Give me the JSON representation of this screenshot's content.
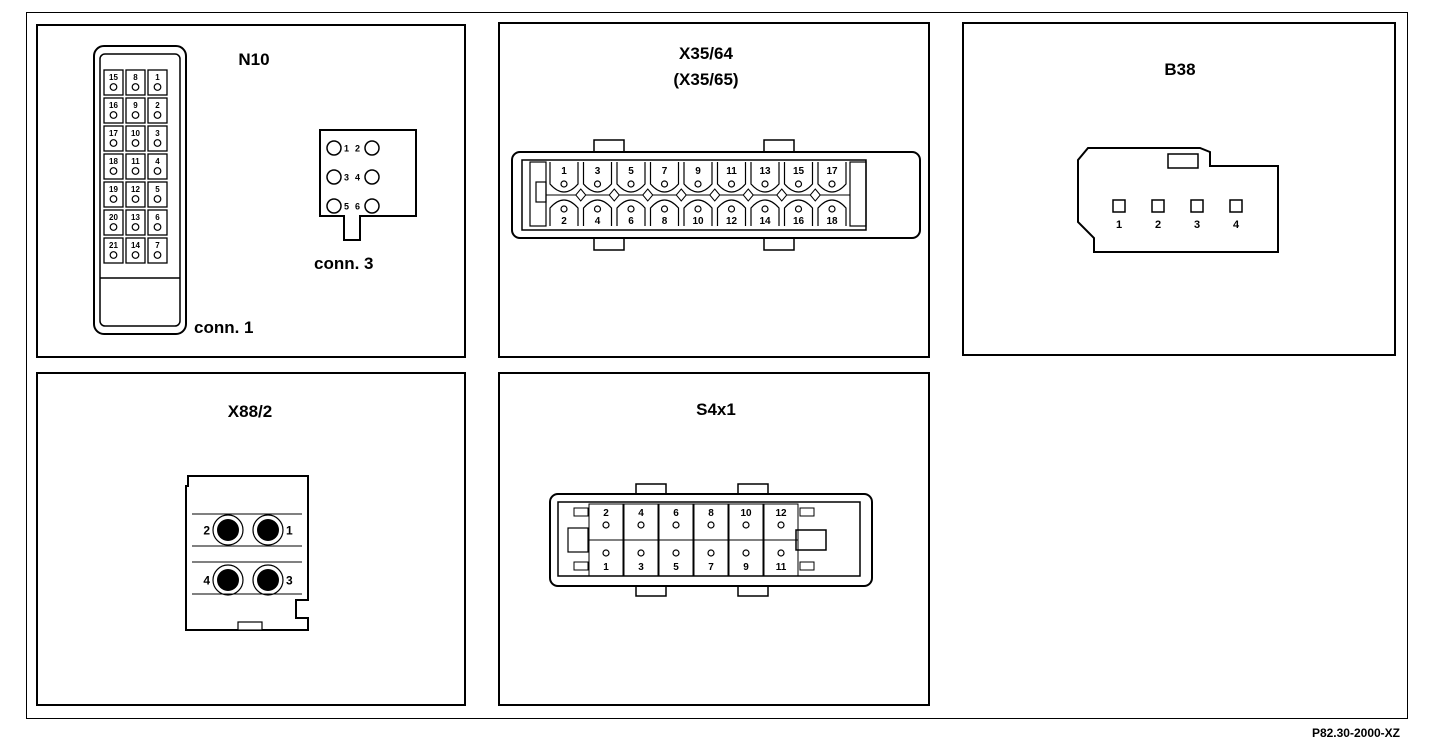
{
  "panels": {
    "n10": {
      "title": "N10",
      "conn1_label": "conn. 1",
      "conn3_label": "conn. 3",
      "conn1_pins": [
        [
          "15",
          "8",
          "1"
        ],
        [
          "16",
          "9",
          "2"
        ],
        [
          "17",
          "10",
          "3"
        ],
        [
          "18",
          "11",
          "4"
        ],
        [
          "19",
          "12",
          "5"
        ],
        [
          "20",
          "13",
          "6"
        ],
        [
          "21",
          "14",
          "7"
        ]
      ],
      "conn3_pins": [
        [
          "1",
          "2"
        ],
        [
          "3",
          "4"
        ],
        [
          "5",
          "6"
        ]
      ]
    },
    "x35": {
      "title": "X35/64",
      "subtitle": "(X35/65)",
      "top_pins": [
        "1",
        "3",
        "5",
        "7",
        "9",
        "11",
        "13",
        "15",
        "17"
      ],
      "bottom_pins": [
        "2",
        "4",
        "6",
        "8",
        "10",
        "12",
        "14",
        "16",
        "18"
      ]
    },
    "b38": {
      "title": "B38",
      "pins": [
        "1",
        "2",
        "3",
        "4"
      ]
    },
    "x88": {
      "title": "X88/2",
      "pins": [
        "2",
        "1",
        "4",
        "3"
      ]
    },
    "s4x1": {
      "title": "S4x1",
      "top_pins": [
        "2",
        "4",
        "6",
        "8",
        "10",
        "12"
      ],
      "bottom_pins": [
        "1",
        "3",
        "5",
        "7",
        "9",
        "11"
      ]
    }
  },
  "footer": {
    "code": "P82.30-2000-XZ"
  }
}
